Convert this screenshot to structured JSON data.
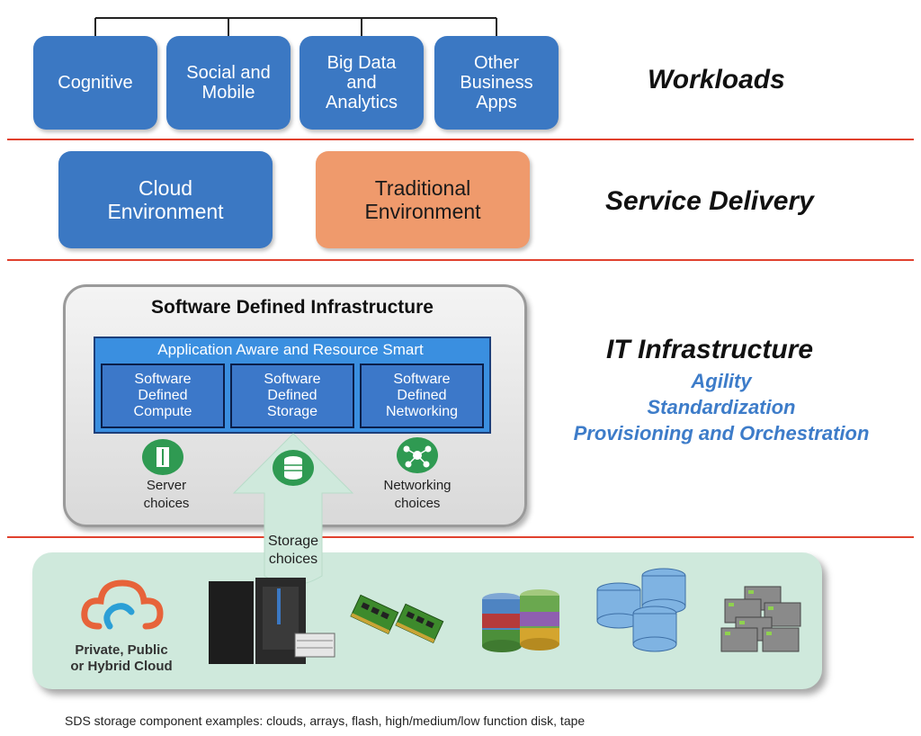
{
  "workloads": {
    "title": "Workloads",
    "items": [
      "Cognitive",
      "Social  and\nMobile",
      "Big Data\nand\nAnalytics",
      "Other\nBusiness\nApps"
    ]
  },
  "service_delivery": {
    "title": "Service Delivery",
    "cloud": "Cloud\nEnvironment",
    "traditional": "Traditional\nEnvironment"
  },
  "it_infrastructure": {
    "title": "IT Infrastructure",
    "points": [
      "Agility",
      "Standardization",
      "Provisioning and Orchestration"
    ]
  },
  "sdi": {
    "title": "Software Defined Infrastructure",
    "band": "Application Aware and Resource Smart",
    "components": [
      "Software\nDefined\nCompute",
      "Software\nDefined\nStorage",
      "Software\nDefined\nNetworking"
    ],
    "server_choices": "Server\nchoices",
    "networking_choices": "Networking\nchoices",
    "storage_choices": "Storage\nchoices"
  },
  "storage_row": {
    "cloud_label": "Private, Public\nor Hybrid Cloud"
  },
  "footer": "SDS storage component examples: clouds, arrays, flash, high/medium/low function disk, tape",
  "colors": {
    "blue": "#3b78c3",
    "orange": "#ef9a6c",
    "separator": "#e0412e",
    "accent_text": "#3d7cc9",
    "green": "#2f9a52",
    "panel": "#cfe9dc"
  }
}
